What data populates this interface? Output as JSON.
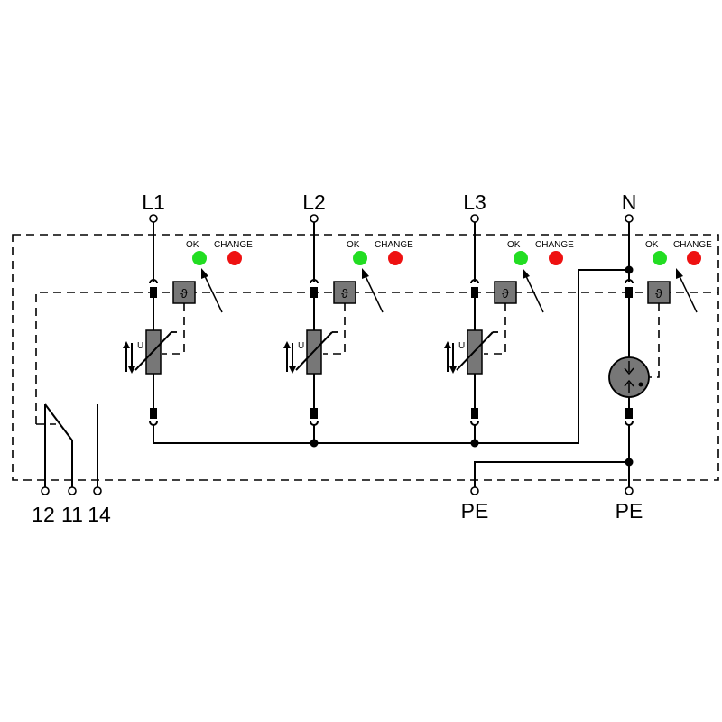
{
  "terminals": {
    "l1": "L1",
    "l2": "L2",
    "l3": "L3",
    "n": "N",
    "pe_left": "PE",
    "pe_right": "PE",
    "contact_12": "12",
    "contact_11": "11",
    "contact_14": "14"
  },
  "indicators": {
    "ok_label": "OK",
    "change_label": "CHANGE",
    "ok_color": "#22dd22",
    "change_color": "#ee1111"
  },
  "module_symbols": {
    "thermal_symbol": "ϑ",
    "varistor_u": "U"
  },
  "colors": {
    "component_fill": "#777777",
    "line": "#000000"
  }
}
